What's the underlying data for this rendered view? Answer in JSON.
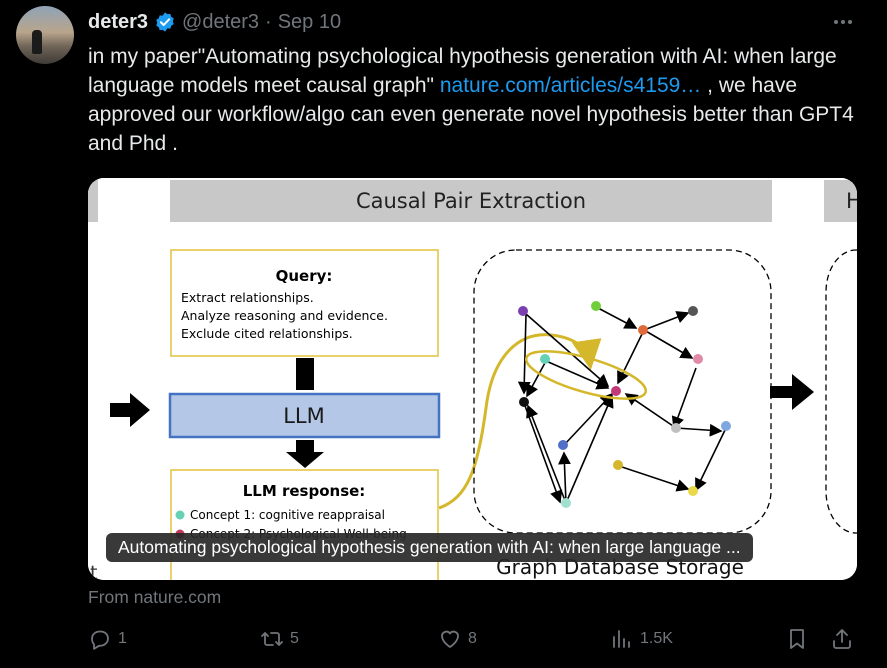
{
  "tweet": {
    "display_name": "deter3",
    "handle": "@deter3",
    "separator": "·",
    "date": "Sep 10",
    "text_before": "in my paper\"Automating psychological hypothesis generation with AI: when large language models meet causal graph\" ",
    "link_text": "nature.com/articles/s4159…",
    "text_after": " , we have approved our workflow/algo  can even generate novel hypothesis better than GPT4 and Phd ."
  },
  "card": {
    "image": {
      "section_title": "Causal Pair Extraction",
      "next_section_partial": "H",
      "query_title": "Query:",
      "query_lines": [
        "Extract relationships.",
        "Analyze reasoning and evidence.",
        "Exclude cited relationships."
      ],
      "llm_label": "LLM",
      "response_title": "LLM response:",
      "response_items": [
        "Concept 1: cognitive reappraisal",
        "Concept 2: Psychological Well-being"
      ],
      "storage_label": "Graph Database Storage",
      "left_partial": "t"
    },
    "caption": "Automating psychological hypothesis generation with AI: when large language ...",
    "source": "From nature.com"
  },
  "actions": {
    "replies": "1",
    "reposts": "5",
    "likes": "8",
    "views": "1.5K"
  },
  "colors": {
    "link": "#1d9bf0",
    "verified": "#1d9bf0",
    "muted": "#71767b",
    "text": "#e7e9ea",
    "llm_box": "#b4c7e7",
    "box_border": "#e2c23a"
  }
}
